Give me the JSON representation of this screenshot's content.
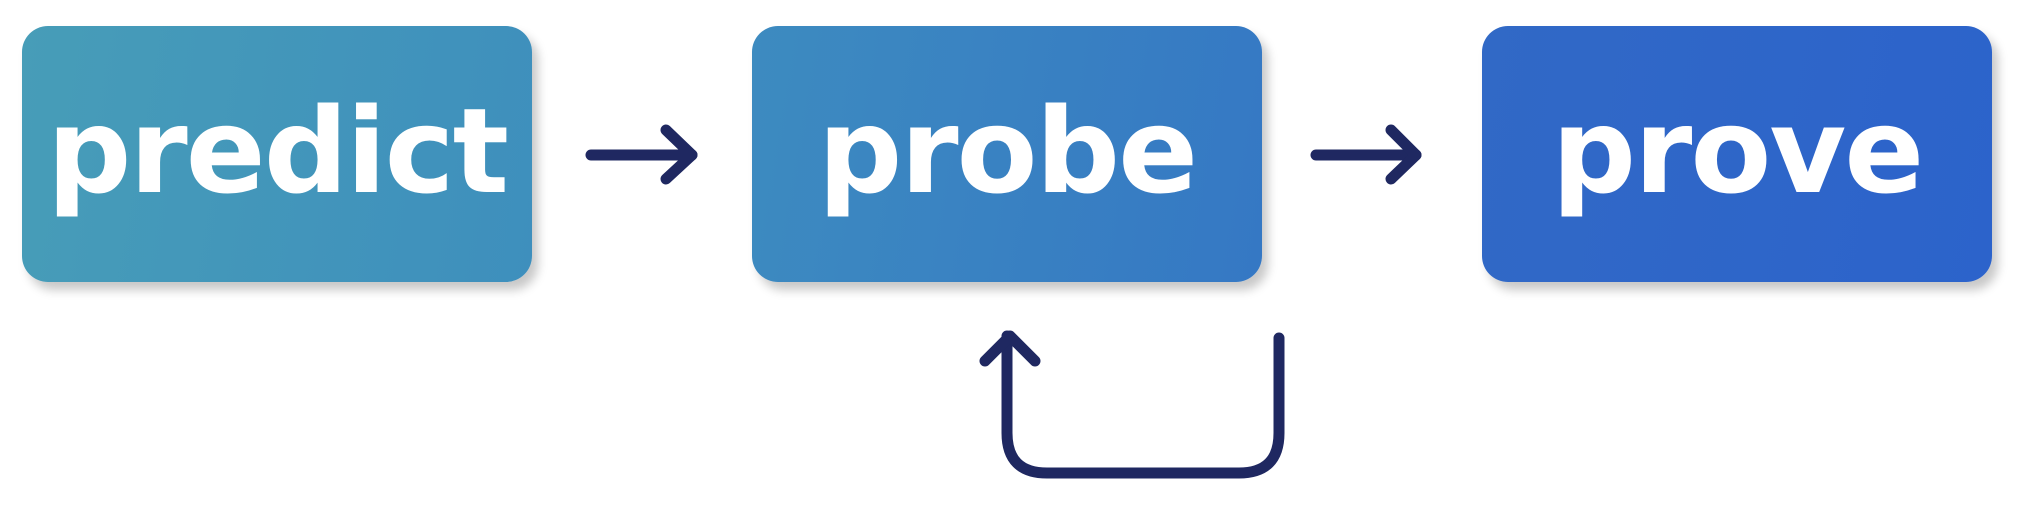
{
  "diagram": {
    "nodes": [
      {
        "id": "predict",
        "label": "predict"
      },
      {
        "id": "probe",
        "label": "probe"
      },
      {
        "id": "prove",
        "label": "prove"
      }
    ],
    "edges": [
      {
        "from": "predict",
        "to": "probe"
      },
      {
        "from": "probe",
        "to": "prove"
      },
      {
        "from": "probe",
        "to": "probe",
        "kind": "loop"
      }
    ],
    "colors": {
      "predict_box": "#4499b9",
      "probe_box": "#3880c2",
      "prove_box": "#2c64ca",
      "arrow": "#1f2861",
      "label": "#ffffff"
    }
  }
}
